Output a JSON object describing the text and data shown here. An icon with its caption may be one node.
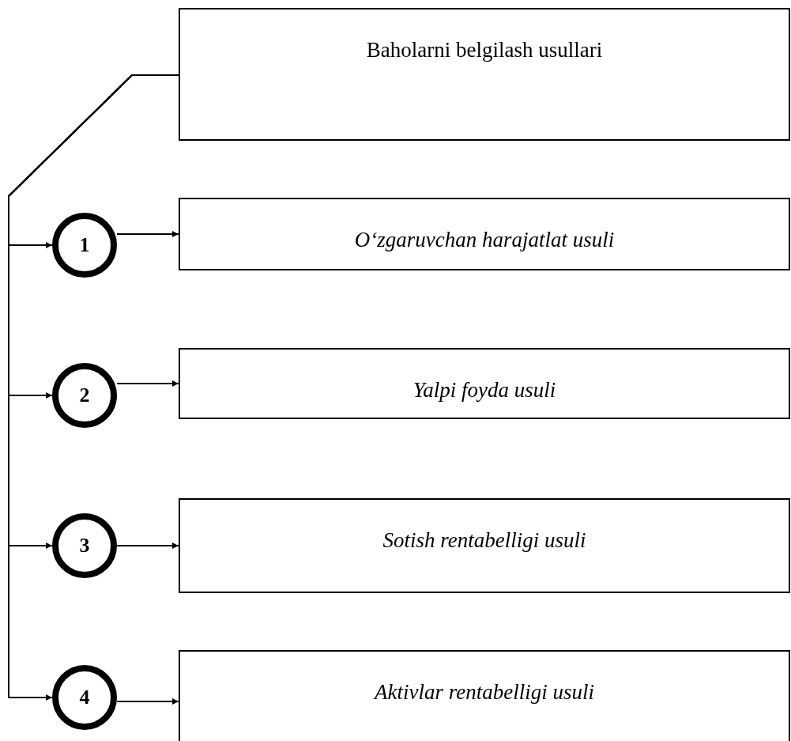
{
  "diagram": {
    "nodes": [
      {
        "text": [
          "Baholarni belgilash usullari"
        ]
      },
      {
        "text": [
          "1"
        ]
      },
      {
        "text": [
          "2"
        ]
      },
      {
        "text": [
          "3"
        ]
      },
      {
        "text": [
          "4"
        ]
      },
      {
        "text": [
          "O‘zgaruvchan harajatlat usuli"
        ]
      },
      {
        "text": [
          "Yalpi foyda usuli"
        ]
      },
      {
        "text": [
          "Sotish rentabelligi usuli"
        ]
      },
      {
        "text": [
          "Aktivlar rentabelligi usuli"
        ]
      }
    ],
    "edges": [
      {
        "from": 0,
        "to": 1,
        "arrow": "to"
      },
      {
        "from": 0,
        "to": 2,
        "arrow": "to"
      },
      {
        "from": 0,
        "to": 3,
        "arrow": "to"
      },
      {
        "from": 0,
        "to": 4,
        "arrow": "to"
      },
      {
        "from": 1,
        "to": 5,
        "arrow": "to"
      },
      {
        "from": 2,
        "to": 6,
        "arrow": "to"
      },
      {
        "from": 3,
        "to": 7,
        "arrow": "to"
      },
      {
        "from": 4,
        "to": 8,
        "arrow": "to"
      }
    ]
  }
}
